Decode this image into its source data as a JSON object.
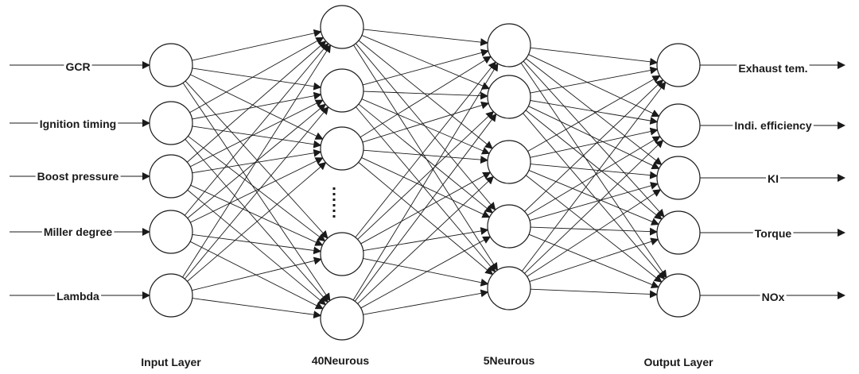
{
  "inputs": [
    "GCR",
    "Ignition timing",
    "Boost pressure",
    "Miller degree",
    "Lambda"
  ],
  "outputs": [
    "Exhaust tem.",
    "Indi. efficiency",
    "KI",
    "Torque",
    "NOx"
  ],
  "layers": {
    "input_label": "Input Layer",
    "hidden1_label": "40Neurous",
    "hidden2_label": "5Neurous",
    "output_label": "Output Layer"
  },
  "colors": {
    "stroke": "#1a1a1a",
    "node_fill": "#ffffff"
  }
}
